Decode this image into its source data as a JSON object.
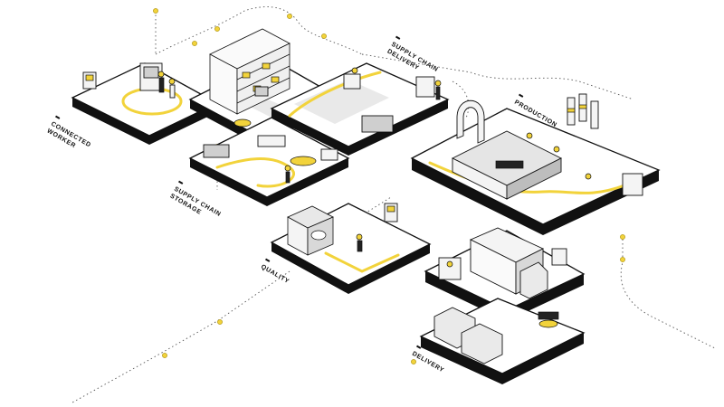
{
  "labels": {
    "connected_worker": [
      "CONNECTED",
      "WORKER"
    ],
    "supply_chain_delivery": [
      "SUPPLY CHAIN",
      "DELIVERY"
    ],
    "production": [
      "PRODUCTION"
    ],
    "supply_chain_storage": [
      "SUPPLY CHAIN",
      "STORAGE"
    ],
    "quality": [
      "QUALITY"
    ],
    "delivery": [
      "DELIVERY"
    ]
  },
  "colors": {
    "accent": "#f2d33b",
    "ink": "#111111",
    "background": "#ffffff"
  }
}
